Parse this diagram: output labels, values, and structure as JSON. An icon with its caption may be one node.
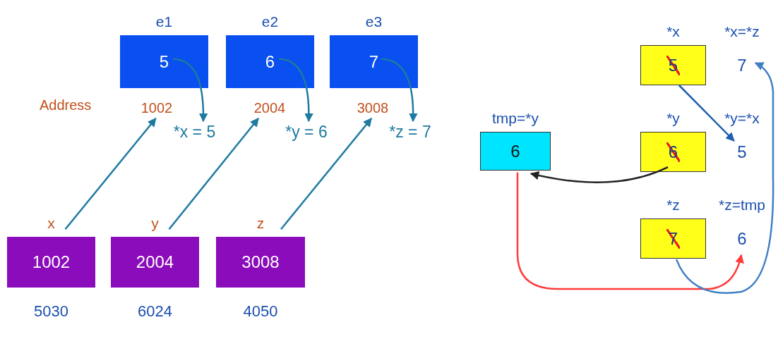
{
  "diagram": {
    "nodes": [
      {
        "text": [
          "e1",
          "5"
        ]
      },
      {
        "text": [
          "e2",
          "6"
        ]
      },
      {
        "text": [
          "e3",
          "7"
        ]
      },
      {
        "text": [
          "1002"
        ]
      },
      {
        "text": [
          "2004"
        ]
      },
      {
        "text": [
          "3008"
        ]
      },
      {
        "text": [
          "*x = 5"
        ]
      },
      {
        "text": [
          "*y = 6"
        ]
      },
      {
        "text": [
          "*z = 7"
        ]
      },
      {
        "text": [
          "x",
          "1002"
        ],
        "beside": [
          "5030"
        ]
      },
      {
        "text": [
          "y",
          "2004"
        ],
        "beside": [
          "6024"
        ]
      },
      {
        "text": [
          "z",
          "3008"
        ],
        "beside": [
          "4050"
        ]
      },
      {
        "text": [
          "tmp=*y",
          "6"
        ]
      },
      {
        "text": [
          "*x",
          "5"
        ]
      },
      {
        "text": [
          "*y",
          "6"
        ]
      },
      {
        "text": [
          "*z",
          "7"
        ]
      },
      {
        "text": [
          "*x=*z",
          "7"
        ]
      },
      {
        "text": [
          "*y=*x",
          "5"
        ]
      },
      {
        "text": [
          "*z=tmp",
          "6"
        ]
      }
    ],
    "edges": [
      {
        "from": 0,
        "to": 6,
        "arrow": "to"
      },
      {
        "from": 1,
        "to": 7,
        "arrow": "to"
      },
      {
        "from": 2,
        "to": 8,
        "arrow": "to"
      },
      {
        "from": 9,
        "to": 3,
        "arrow": "to"
      },
      {
        "from": 10,
        "to": 4,
        "arrow": "to"
      },
      {
        "from": 11,
        "to": 5,
        "arrow": "to"
      },
      {
        "from": 13,
        "to": 17,
        "arrow": "to",
        "color": "#1f5fb0"
      },
      {
        "from": 14,
        "to": 12,
        "arrow": "to",
        "color": "#222222"
      },
      {
        "from": 12,
        "to": 18,
        "arrow": "to",
        "color": "#ff3b3b"
      },
      {
        "from": 15,
        "to": 16,
        "arrow": "to",
        "color": "#3f7fc4"
      }
    ],
    "labels": [
      "Address"
    ]
  }
}
